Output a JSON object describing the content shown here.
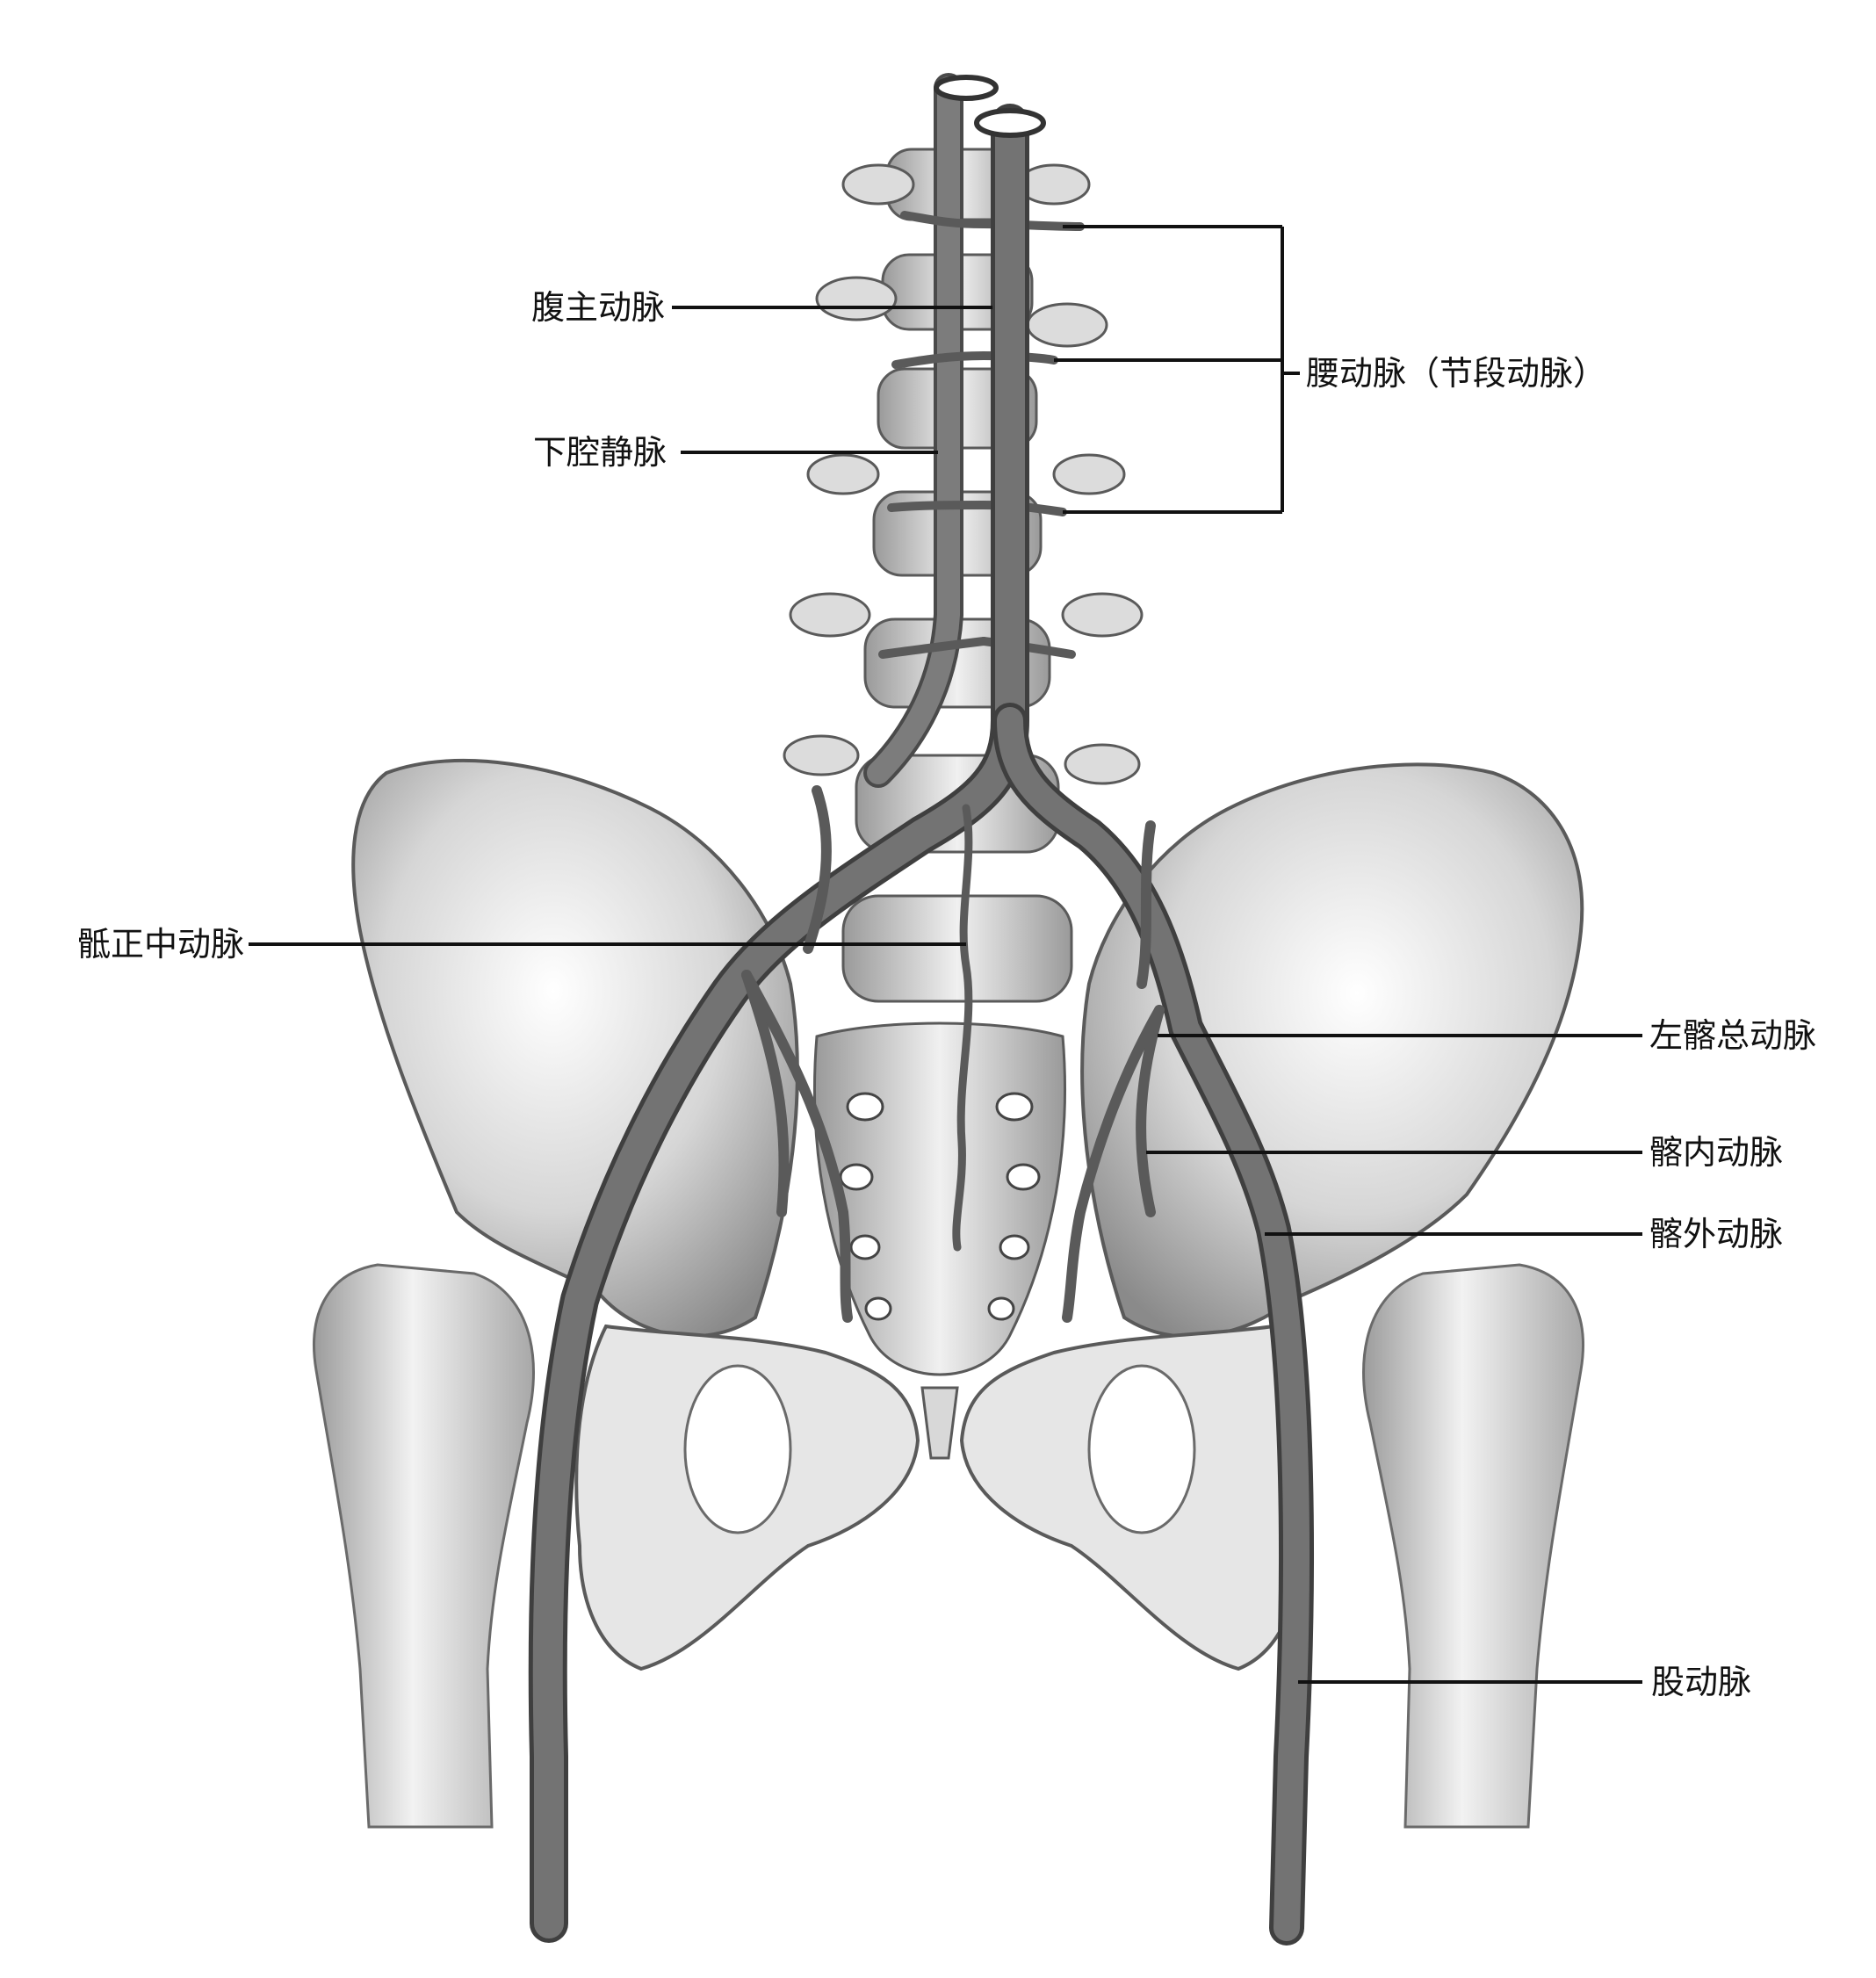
{
  "labels": {
    "abdominal_aorta": "腹主动脉",
    "inferior_vena_cava": "下腔静脉",
    "lumbar_arteries": "腰动脉（节段动脉）",
    "median_sacral_artery": "骶正中动脉",
    "left_common_iliac_artery": "左髂总动脉",
    "internal_iliac_artery": "髂内动脉",
    "external_iliac_artery": "髂外动脉",
    "femoral_artery": "股动脉"
  },
  "colors": {
    "artery": "#6b6b6b",
    "artery_dark": "#4a4a4a",
    "vein": "#777777",
    "bone": "#e4e4e4",
    "bone_shade": "#9a9a9a",
    "leader_line": "#111111"
  }
}
